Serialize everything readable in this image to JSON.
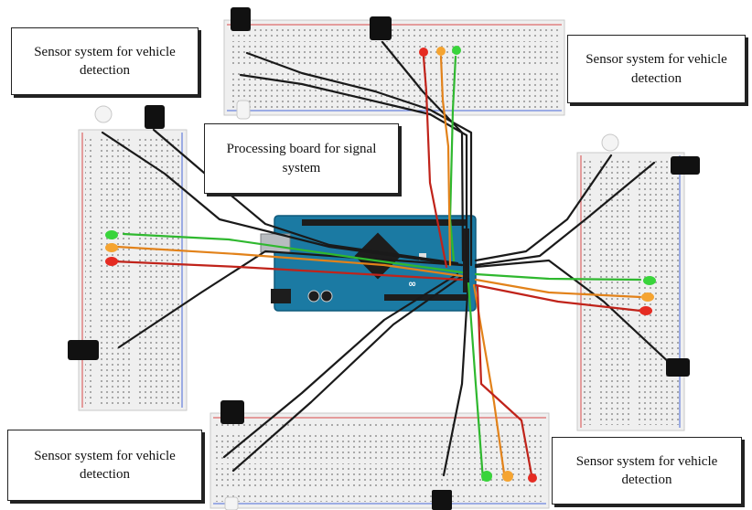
{
  "labels": {
    "sensor_top_left": "Sensor system for vehicle detection",
    "sensor_top_right": "Sensor system for vehicle detection",
    "processing": "Processing board for signal system",
    "sensor_bottom_left": "Sensor system for vehicle detection",
    "sensor_bottom_right": "Sensor system for vehicle detection"
  },
  "colors": {
    "wire_black": "#1a1a1a",
    "wire_green": "#2fb82f",
    "wire_orange": "#e2821a",
    "wire_red": "#c0231a",
    "arduino": "#1b7aa3",
    "led_green": "#39d43b",
    "led_orange": "#f5a431",
    "led_red": "#e52b22"
  }
}
